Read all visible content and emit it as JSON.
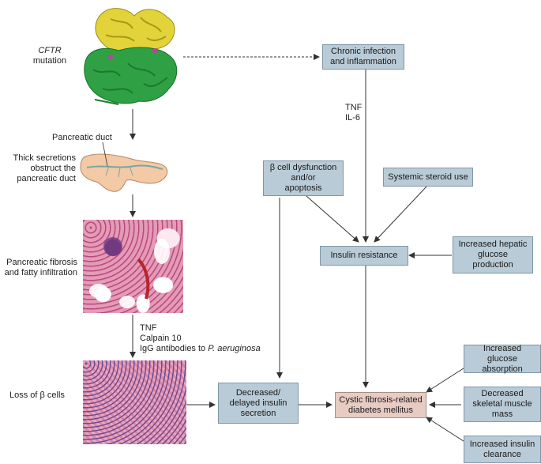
{
  "labels": {
    "cftr_italic": "CFTR",
    "cftr_rest": "mutation",
    "pancreatic_duct": "Pancreatic duct",
    "thick_line1": "Thick secretions",
    "thick_line2": "obstruct the",
    "thick_line3": "pancreatic duct",
    "fibrosis_line1": "Pancreatic fibrosis",
    "fibrosis_line2": "and fatty infiltration",
    "loss_beta": "Loss of β cells",
    "tnf_il6_line1": "TNF",
    "tnf_il6_line2": "IL-6",
    "tnf_line": "TNF",
    "calpain": "Calpain 10",
    "igg_plain": "IgG antibodies to ",
    "igg_italic": "P. aeruginosa"
  },
  "boxes": {
    "chronic_line1": "Chronic infection",
    "chronic_line2": "and inflammation",
    "beta_line1": "β cell dysfunction",
    "beta_line2": "and/or",
    "beta_line3": "apoptosis",
    "steroid": "Systemic steroid use",
    "insulin_resistance": "Insulin resistance",
    "hepatic_line1": "Increased hepatic",
    "hepatic_line2": "glucose",
    "hepatic_line3": "production",
    "decreased_line1": "Decreased/",
    "decreased_line2": "delayed insulin",
    "decreased_line3": "secretion",
    "cfrd_line1": "Cystic fibrosis-related",
    "cfrd_line2": "diabetes mellitus",
    "glucose_line1": "Increased glucose",
    "glucose_line2": "absorption",
    "muscle_line1": "Decreased",
    "muscle_line2": "skeletal muscle",
    "muscle_line3": "mass",
    "clearance_line1": "Increased insulin",
    "clearance_line2": "clearance"
  },
  "colors": {
    "box_fill": "#b9cbd6",
    "box_border": "#7f97a7",
    "outcome_fill": "#e8cbc3",
    "arrow": "#333333",
    "protein_top": "#e3d33a",
    "protein_bottom": "#2fa043",
    "pancreas": "#f3c9a6",
    "histo_pink": "#e59bb6",
    "histo_purple": "#6f4b8f"
  }
}
